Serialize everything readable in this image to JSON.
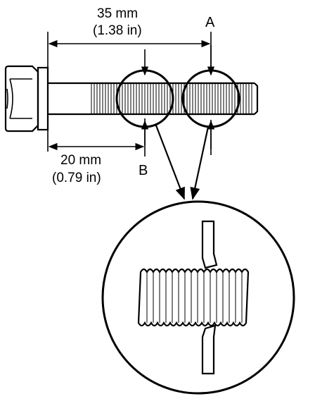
{
  "dimension_a": {
    "metric": "35 mm",
    "imperial": "(1.38 in)"
  },
  "dimension_b": {
    "metric": "20 mm",
    "imperial": "(0.79 in)"
  },
  "point_a_label": "A",
  "point_b_label": "B",
  "colors": {
    "line": "#000000",
    "background": "#ffffff"
  }
}
